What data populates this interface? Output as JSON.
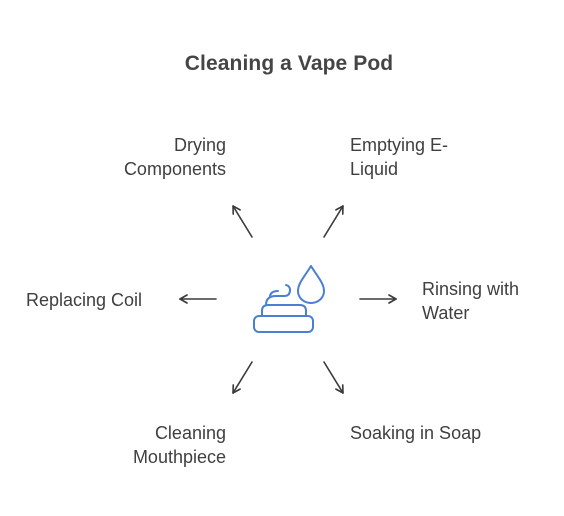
{
  "title": "Cleaning a Vape Pod",
  "steps": {
    "drying": {
      "line1": "Drying",
      "line2": "Components"
    },
    "emptying": {
      "line1": "Emptying E-",
      "line2": "Liquid"
    },
    "replacing": {
      "line1": "Replacing Coil"
    },
    "rinsing": {
      "line1": "Rinsing with",
      "line2": "Water"
    },
    "cleaning": {
      "line1": "Cleaning",
      "line2": "Mouthpiece"
    },
    "soaking": {
      "line1": "Soaking in Soap"
    }
  },
  "colors": {
    "icon": "#4a7fd4",
    "arrow": "#3a3a3a",
    "text": "#3f3f3f"
  },
  "center_icon": "soap-water-drop-icon"
}
